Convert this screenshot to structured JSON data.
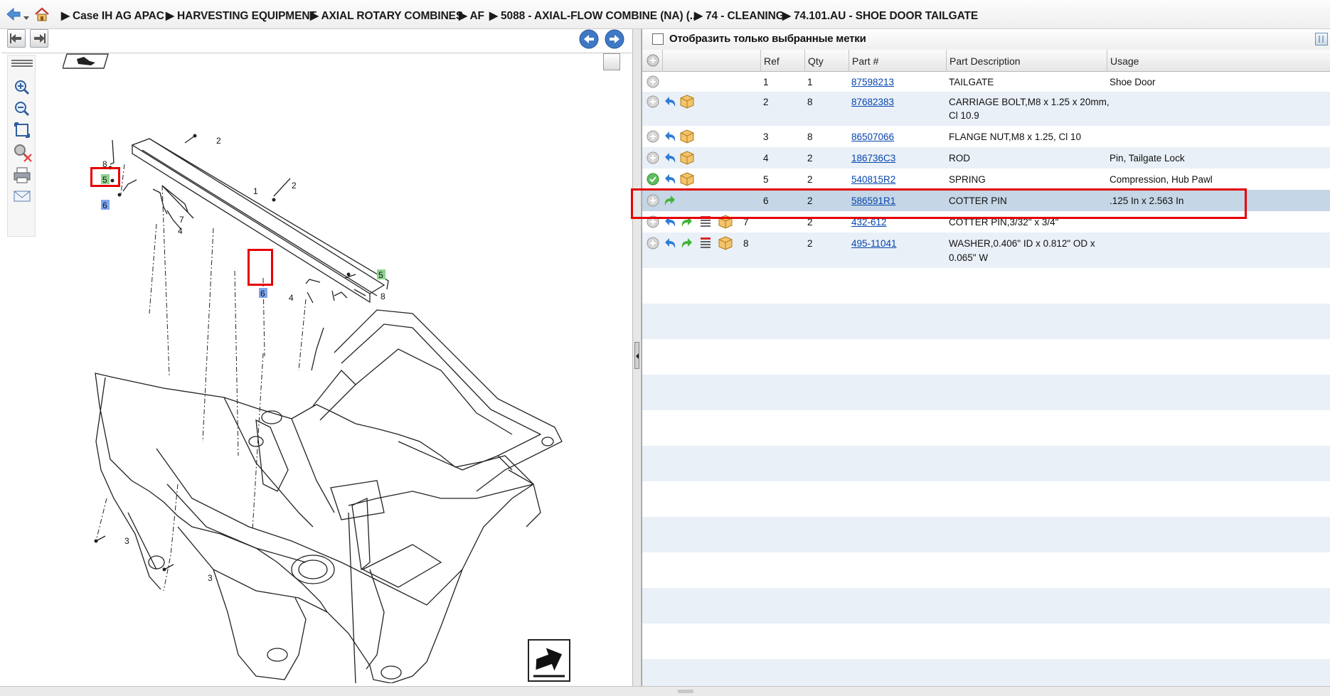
{
  "breadcrumb": {
    "items": [
      "Case IH AG APAC",
      "HARVESTING EQUIPMENT",
      "AXIAL ROTARY COMBINES",
      "AF",
      "5088 - AXIAL-FLOW COMBINE (NA) (...",
      "74 - CLEANING",
      "74.101.AU - SHOE DOOR TAILGATE"
    ]
  },
  "right_panel": {
    "filter_label": "Отобразить только выбранные метки",
    "filter_checked": false
  },
  "table": {
    "columns": [
      "Ref",
      "Qty",
      "Part #",
      "Part Description",
      "Usage"
    ],
    "rows": [
      {
        "ref": "1",
        "qty": "1",
        "part": "87598213",
        "desc": "TAILGATE",
        "desc2": "",
        "usage": "Shoe Door",
        "status": "plain",
        "icons": []
      },
      {
        "ref": "2",
        "qty": "8",
        "part": "87682383",
        "desc": "CARRIAGE BOLT,M8 x 1.25 x 20mm,",
        "desc2": "Cl 10.9",
        "usage": "",
        "status": "plain",
        "icons": [
          "return-arrow",
          "package"
        ]
      },
      {
        "ref": "3",
        "qty": "8",
        "part": "86507066",
        "desc": "FLANGE NUT,M8 x 1.25, Cl 10",
        "desc2": "",
        "usage": "",
        "status": "plain",
        "icons": [
          "return-arrow",
          "package"
        ]
      },
      {
        "ref": "4",
        "qty": "2",
        "part": "186736C3",
        "desc": "ROD",
        "desc2": "",
        "usage": "Pin, Tailgate Lock",
        "status": "plain",
        "icons": [
          "return-arrow",
          "package"
        ]
      },
      {
        "ref": "5",
        "qty": "2",
        "part": "540815R2",
        "desc": "SPRING",
        "desc2": "",
        "usage": "Compression, Hub Pawl",
        "status": "green",
        "icons": [
          "return-arrow",
          "package"
        ]
      },
      {
        "ref": "6",
        "qty": "2",
        "part": "586591R1",
        "desc": "COTTER PIN",
        "desc2": "",
        "usage": ".125 In x 2.563 In",
        "status": "plain",
        "icons": [
          "forward-arrow"
        ]
      },
      {
        "ref": "7",
        "qty": "2",
        "part": "432-612",
        "desc": "COTTER PIN,3/32\" x 3/4\"",
        "desc2": "",
        "usage": "",
        "status": "plain",
        "icons": [
          "return-arrow",
          "forward-arrow",
          "list",
          "package"
        ]
      },
      {
        "ref": "8",
        "qty": "2",
        "part": "495-11041",
        "desc": "WASHER,0.406\" ID x 0.812\" OD x",
        "desc2": "0.065\" W",
        "usage": "",
        "status": "plain",
        "icons": [
          "return-arrow",
          "forward-arrow",
          "list",
          "package"
        ]
      }
    ]
  },
  "diagram": {
    "callouts": [
      "2",
      "8",
      "5",
      "6",
      "7",
      "4",
      "1",
      "2",
      "5",
      "6",
      "4",
      "8",
      "3",
      "3"
    ]
  },
  "colors": {
    "highlight": "#e50000",
    "selected_row": "#c5d6e6",
    "link": "#0645ad",
    "stripe": "#eaf0f7",
    "callout_green": "#8fd18f",
    "callout_blue": "#7ea6ef"
  }
}
